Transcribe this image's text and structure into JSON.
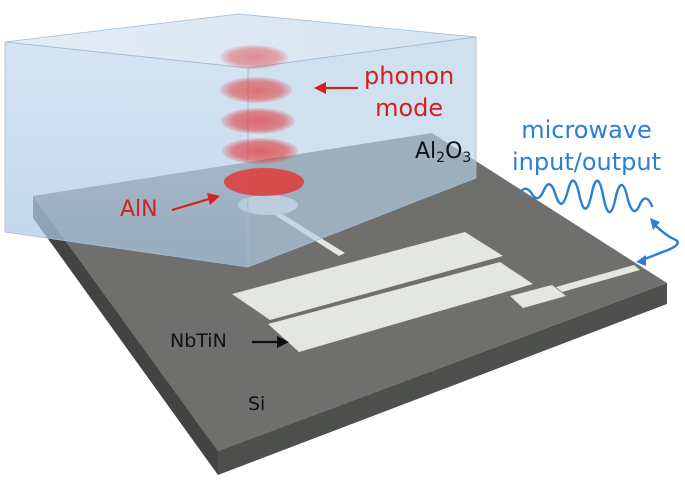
{
  "labels": {
    "phonon_line1": "phonon",
    "phonon_line2": "mode",
    "microwave_line1": "microwave",
    "microwave_line2": "input/output",
    "sapphire_main": "Al",
    "sapphire_sub1": "2",
    "sapphire_mid": "O",
    "sapphire_sub2": "3",
    "aln": "AlN",
    "nbtin": "NbTiN",
    "si": "Si"
  },
  "colors": {
    "substrate_top": "#6f706d",
    "substrate_front": "#505250",
    "substrate_side": "#454745",
    "crystal": "#b8d2e8",
    "metal": "#e3e6e3",
    "phonon": "#e23a3a",
    "microwave": "#2a7fd4",
    "label_red": "#d42020",
    "label_black": "#111111"
  }
}
